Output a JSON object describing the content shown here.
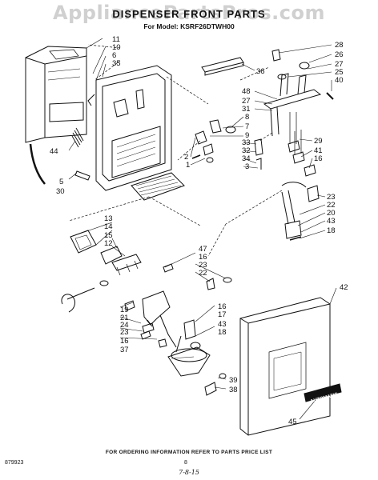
{
  "watermark": "AppliancePartsPros.com",
  "title": "DISPENSER FRONT PARTS",
  "subtitle": "For Model: KSRF26DTWH00",
  "footer": "FOR ORDERING INFORMATION REFER TO PARTS PRICE LIST",
  "doc_number": "879923",
  "page_number": "8",
  "date": "7-8-15",
  "plate_label": "AUTOMATIC",
  "callouts": [
    {
      "id": "c-11-top",
      "text": "11"
    },
    {
      "id": "c-10-top",
      "text": "10"
    },
    {
      "id": "c-6",
      "text": "6"
    },
    {
      "id": "c-35",
      "text": "35"
    },
    {
      "id": "c-36",
      "text": "36"
    },
    {
      "id": "c-44",
      "text": "44"
    },
    {
      "id": "c-5",
      "text": "5"
    },
    {
      "id": "c-30",
      "text": "30"
    },
    {
      "id": "c-28",
      "text": "28"
    },
    {
      "id": "c-26",
      "text": "26"
    },
    {
      "id": "c-27-top",
      "text": "27"
    },
    {
      "id": "c-25",
      "text": "25"
    },
    {
      "id": "c-40",
      "text": "40"
    },
    {
      "id": "c-48",
      "text": "48"
    },
    {
      "id": "c-27-mid",
      "text": "27"
    },
    {
      "id": "c-31",
      "text": "31"
    },
    {
      "id": "c-8",
      "text": "8"
    },
    {
      "id": "c-7",
      "text": "7"
    },
    {
      "id": "c-9",
      "text": "9"
    },
    {
      "id": "c-33",
      "text": "33"
    },
    {
      "id": "c-32",
      "text": "32"
    },
    {
      "id": "c-34",
      "text": "34"
    },
    {
      "id": "c-3",
      "text": "3"
    },
    {
      "id": "c-2",
      "text": "2"
    },
    {
      "id": "c-1",
      "text": "1"
    },
    {
      "id": "c-29",
      "text": "29"
    },
    {
      "id": "c-41",
      "text": "41"
    },
    {
      "id": "c-16-right",
      "text": "16"
    },
    {
      "id": "c-23-right",
      "text": "23"
    },
    {
      "id": "c-22-right",
      "text": "22"
    },
    {
      "id": "c-20",
      "text": "20"
    },
    {
      "id": "c-43-right",
      "text": "43"
    },
    {
      "id": "c-18-right",
      "text": "18"
    },
    {
      "id": "c-13",
      "text": "13"
    },
    {
      "id": "c-14",
      "text": "14"
    },
    {
      "id": "c-15",
      "text": "15"
    },
    {
      "id": "c-12",
      "text": "12"
    },
    {
      "id": "c-47",
      "text": "47"
    },
    {
      "id": "c-16-mid",
      "text": "16"
    },
    {
      "id": "c-23-mid",
      "text": "23"
    },
    {
      "id": "c-22-mid",
      "text": "22"
    },
    {
      "id": "c-42",
      "text": "42"
    },
    {
      "id": "c-19",
      "text": "19"
    },
    {
      "id": "c-21",
      "text": "21"
    },
    {
      "id": "c-24",
      "text": "24"
    },
    {
      "id": "c-23-low",
      "text": "23"
    },
    {
      "id": "c-16-low",
      "text": "16"
    },
    {
      "id": "c-37",
      "text": "37"
    },
    {
      "id": "c-16-lowmid",
      "text": "16"
    },
    {
      "id": "c-17",
      "text": "17"
    },
    {
      "id": "c-43-low",
      "text": "43"
    },
    {
      "id": "c-18-low",
      "text": "18"
    },
    {
      "id": "c-39",
      "text": "39"
    },
    {
      "id": "c-38",
      "text": "38"
    },
    {
      "id": "c-45",
      "text": "45"
    }
  ]
}
